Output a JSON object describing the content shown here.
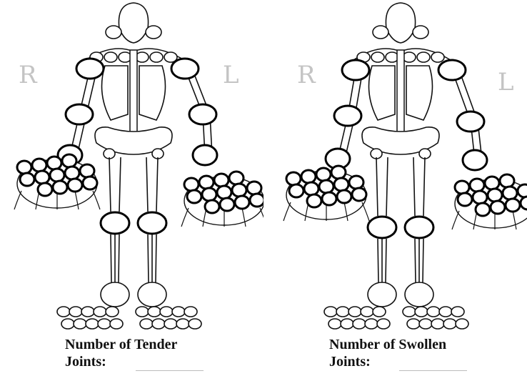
{
  "panels": [
    {
      "right_label": "R",
      "left_label": "L",
      "caption_line1": "Number of Tender",
      "caption_line2": "Joints:"
    },
    {
      "right_label": "R",
      "left_label": "L",
      "caption_line1": "Number of Swollen",
      "caption_line2": "Joints:"
    }
  ],
  "colors": {
    "outline": "#111111",
    "joint_stroke": "#000000",
    "side_label": "#c4c4c4"
  }
}
